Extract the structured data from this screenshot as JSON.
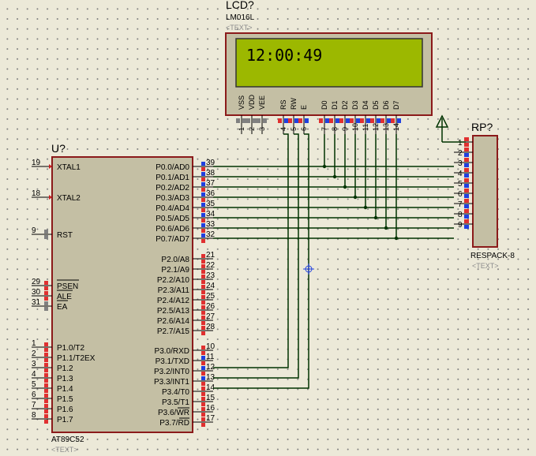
{
  "lcd": {
    "ref": "LCD?",
    "model": "LM016L",
    "text_placeholder": "<TEXT>",
    "display_text": "12:00:49",
    "colors": {
      "screen": "#9cb800",
      "body": "#c4bfa4",
      "border": "#8b1a1a"
    },
    "pins": [
      {
        "num": "1",
        "name": "VSS"
      },
      {
        "num": "2",
        "name": "VDD"
      },
      {
        "num": "3",
        "name": "VEE"
      },
      {
        "num": "4",
        "name": "RS"
      },
      {
        "num": "5",
        "name": "RW"
      },
      {
        "num": "6",
        "name": "E"
      },
      {
        "num": "7",
        "name": "D0"
      },
      {
        "num": "8",
        "name": "D1"
      },
      {
        "num": "9",
        "name": "D2"
      },
      {
        "num": "10",
        "name": "D3"
      },
      {
        "num": "11",
        "name": "D4"
      },
      {
        "num": "12",
        "name": "D5"
      },
      {
        "num": "13",
        "name": "D6"
      },
      {
        "num": "14",
        "name": "D7"
      }
    ]
  },
  "rp": {
    "ref": "RP?",
    "model": "RESPACK-8",
    "text_placeholder": "<TEXT>",
    "pins": [
      "1",
      "2",
      "3",
      "4",
      "5",
      "6",
      "7",
      "8",
      "9"
    ]
  },
  "mcu": {
    "ref": "U?",
    "model": "AT89C52",
    "text_placeholder": "<TEXT>",
    "left_pins": [
      {
        "num": "19",
        "name": "XTAL1"
      },
      {
        "num": "18",
        "name": "XTAL2"
      },
      {
        "num": "9",
        "name": "RST"
      },
      {
        "num": "29",
        "name": "PSEN"
      },
      {
        "num": "30",
        "name": "ALE"
      },
      {
        "num": "31",
        "name": "EA"
      },
      {
        "num": "1",
        "name": "P1.0/T2"
      },
      {
        "num": "2",
        "name": "P1.1/T2EX"
      },
      {
        "num": "3",
        "name": "P1.2"
      },
      {
        "num": "4",
        "name": "P1.3"
      },
      {
        "num": "5",
        "name": "P1.4"
      },
      {
        "num": "6",
        "name": "P1.5"
      },
      {
        "num": "7",
        "name": "P1.6"
      },
      {
        "num": "8",
        "name": "P1.7"
      }
    ],
    "right_pins": [
      {
        "num": "39",
        "name": "P0.0/AD0"
      },
      {
        "num": "38",
        "name": "P0.1/AD1"
      },
      {
        "num": "37",
        "name": "P0.2/AD2"
      },
      {
        "num": "36",
        "name": "P0.3/AD3"
      },
      {
        "num": "35",
        "name": "P0.4/AD4"
      },
      {
        "num": "34",
        "name": "P0.5/AD5"
      },
      {
        "num": "33",
        "name": "P0.6/AD6"
      },
      {
        "num": "32",
        "name": "P0.7/AD7"
      },
      {
        "num": "21",
        "name": "P2.0/A8"
      },
      {
        "num": "22",
        "name": "P2.1/A9"
      },
      {
        "num": "23",
        "name": "P2.2/A10"
      },
      {
        "num": "24",
        "name": "P2.3/A11"
      },
      {
        "num": "25",
        "name": "P2.4/A12"
      },
      {
        "num": "26",
        "name": "P2.5/A13"
      },
      {
        "num": "27",
        "name": "P2.6/A14"
      },
      {
        "num": "28",
        "name": "P2.7/A15"
      },
      {
        "num": "10",
        "name": "P3.0/RXD"
      },
      {
        "num": "11",
        "name": "P3.1/TXD"
      },
      {
        "num": "12",
        "name": "P3.2/INT0"
      },
      {
        "num": "13",
        "name": "P3.3/INT1"
      },
      {
        "num": "14",
        "name": "P3.4/T0"
      },
      {
        "num": "15",
        "name": "P3.5/T1"
      },
      {
        "num": "16",
        "name": "P3.6/WR"
      },
      {
        "num": "17",
        "name": "P3.7/RD"
      }
    ]
  },
  "colors": {
    "wire": "#003300",
    "pin_red": "#e03030",
    "pin_blue": "#2040e0",
    "pin_gray": "#808080",
    "chip_fill": "#c4bfa4",
    "chip_border": "#8b1a1a"
  }
}
